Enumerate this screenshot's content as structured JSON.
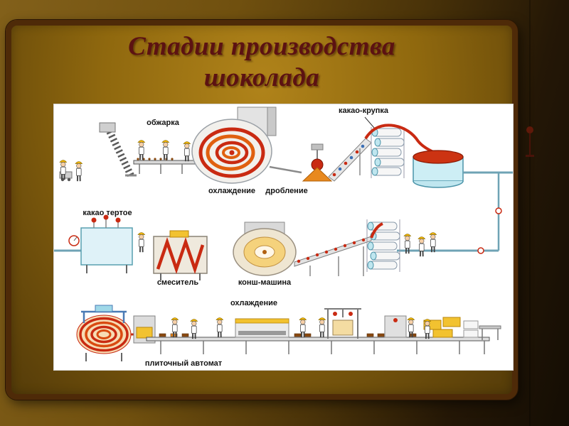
{
  "slide": {
    "title_line1": "Стадии производства",
    "title_line2": "шоколада"
  },
  "diagram": {
    "labels": {
      "roasting": "обжарка",
      "cocoa_nibs": "какао-крупка",
      "cooling_1": "охлаждение",
      "crushing": "дробление",
      "cocoa_liquor": "какао тертое",
      "mixer": "смеситель",
      "conche": "конш-машина",
      "cooling_2": "охлаждение",
      "molding": "плиточный автомат"
    }
  },
  "colors": {
    "title_text": "#5c1212",
    "frame_border": "#4e2a08",
    "slide_gold": "#8f680e",
    "accent_red": "#c92a12",
    "accent_orange": "#e06010",
    "accent_yellow": "#f2c230",
    "tank_cyan": "#bfe6ef"
  }
}
